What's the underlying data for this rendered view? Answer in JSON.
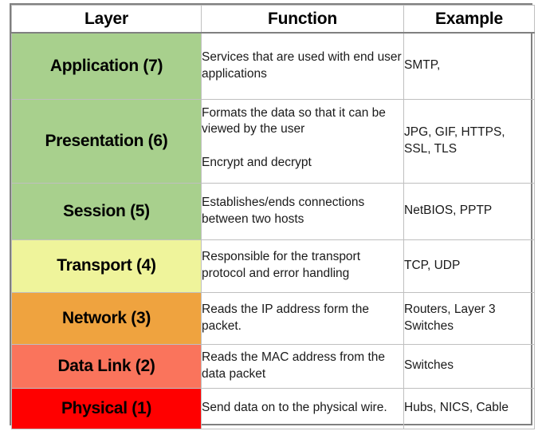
{
  "table": {
    "columns": [
      "Layer",
      "Function",
      "Example"
    ],
    "colors": {
      "green": "#a8d08d",
      "yellow": "#eff49b",
      "orange": "#efa33f",
      "salmon": "#fa745c",
      "red": "#ff0000",
      "grid": "#bfbfbf",
      "outer_border": "#808080",
      "text": "#000000"
    },
    "rows": [
      {
        "key": "application",
        "layer": "Application (7)",
        "function_lines": [
          "Services that are used with end user applications"
        ],
        "example": "SMTP,",
        "color": "#a8d08d"
      },
      {
        "key": "presentation",
        "layer": "Presentation (6)",
        "function_lines": [
          "Formats the data so that it can be viewed by the user",
          "Encrypt and decrypt"
        ],
        "example": "JPG, GIF, HTTPS, SSL, TLS",
        "color": "#a8d08d"
      },
      {
        "key": "session",
        "layer": "Session (5)",
        "function_lines": [
          "Establishes/ends connections between two hosts"
        ],
        "example": "NetBIOS, PPTP",
        "color": "#a8d08d"
      },
      {
        "key": "transport",
        "layer": "Transport (4)",
        "function_lines": [
          "Responsible for the transport protocol and error handling"
        ],
        "example": "TCP, UDP",
        "color": "#eff49b"
      },
      {
        "key": "network",
        "layer": "Network (3)",
        "function_lines": [
          "Reads the IP address form the packet."
        ],
        "example": "Routers, Layer 3 Switches",
        "color": "#efa33f"
      },
      {
        "key": "datalink",
        "layer": "Data Link (2)",
        "function_lines": [
          "Reads the MAC address from the data packet"
        ],
        "example": "Switches",
        "color": "#fa745c"
      },
      {
        "key": "physical",
        "layer": "Physical (1)",
        "function_lines": [
          "Send data on to the physical wire."
        ],
        "example": "Hubs, NICS, Cable",
        "color": "#ff0000"
      }
    ]
  }
}
